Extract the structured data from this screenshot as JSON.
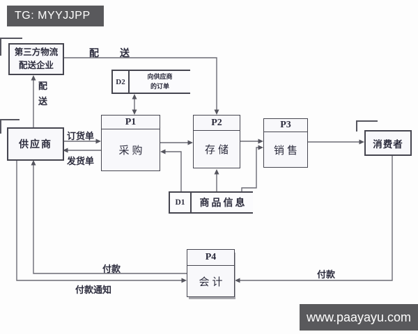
{
  "watermarks": {
    "top_left": "TG: MYYJJPP",
    "bottom_right": "www.paayayu.com"
  },
  "entities": {
    "logistics": {
      "line1": "第三方物流",
      "line2": "配送企业"
    },
    "supplier": {
      "label": "供应商"
    },
    "consumer": {
      "label": "消费者"
    }
  },
  "processes": {
    "p1": {
      "id": "P1",
      "name": "采购"
    },
    "p2": {
      "id": "P2",
      "name": "存储"
    },
    "p3": {
      "id": "P3",
      "name": "销售"
    },
    "p4": {
      "id": "P4",
      "name": "会计"
    }
  },
  "data_stores": {
    "d1": {
      "id": "D1",
      "name": "商品信息"
    },
    "d2": {
      "id": "D2",
      "name_line1": "向供应商",
      "name_line2": "的订单"
    }
  },
  "flow_labels": {
    "delivery_horizontal": "配送",
    "delivery_vertical": "配送",
    "order_form": "订货单",
    "shipping_form": "发货单",
    "payment_to_supplier": "付款",
    "payment_notice": "付款通知",
    "payment_from_consumer": "付款"
  },
  "colors": {
    "diagram_line": "#6b6b74",
    "arrow_fill": "#55555e",
    "box_border": "#45454f",
    "box_fill": "#f8f8fb",
    "text": "#2b2b3c",
    "watermark_bg": "#59595c",
    "watermark_text": "#ffffff"
  }
}
